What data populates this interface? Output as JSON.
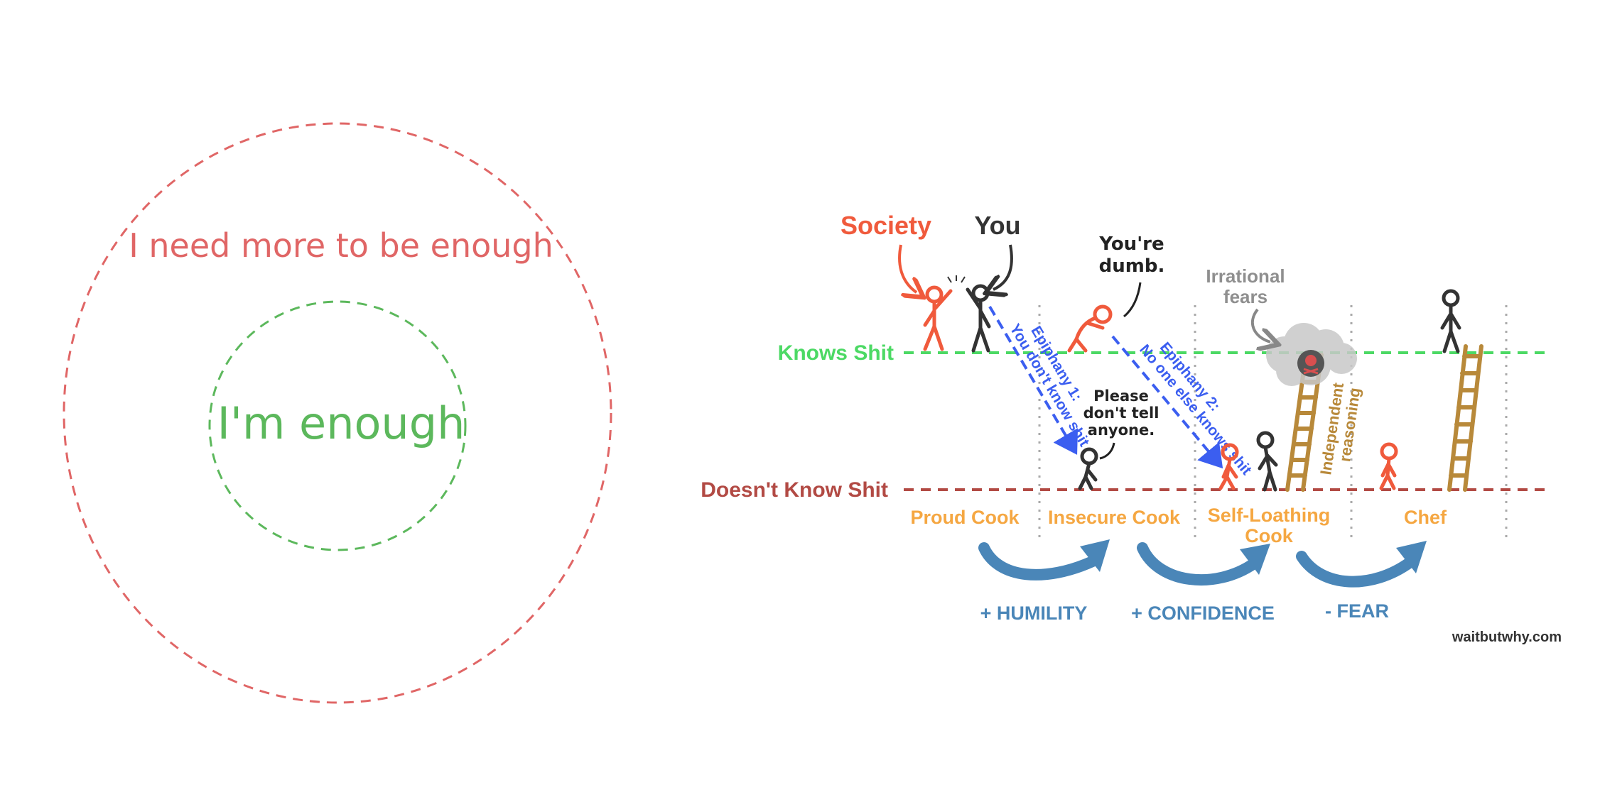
{
  "circles": {
    "outer_label": "I need more to be enough",
    "inner_label": "I'm enough",
    "outer_color": "#e06666",
    "inner_color": "#5cb85c"
  },
  "diagram": {
    "society_label": "Society",
    "you_label": "You",
    "knows_label": "Knows Shit",
    "doesnt_know_label": "Doesn't Know Shit",
    "speech_dumb_line1": "You're",
    "speech_dumb_line2": "dumb.",
    "speech_please_line1": "Please",
    "speech_please_line2": "don't tell",
    "speech_please_line3": "anyone.",
    "irrational_line1": "Irrational",
    "irrational_line2": "fears",
    "epiphany1_line1": "Epiphany 1:",
    "epiphany1_line2": "You don't know shit",
    "epiphany2_line1": "Epiphany 2:",
    "epiphany2_line2": "No one else knows shit",
    "independent_line1": "Independent",
    "independent_line2": "reasoning",
    "stages": [
      "Proud Cook",
      "Insecure Cook",
      "Self-Loathing",
      "Cook",
      "Chef"
    ],
    "transitions": [
      "+ HUMILITY",
      "+ CONFIDENCE",
      "- FEAR"
    ],
    "credit": "waitbutwhy.com",
    "colors": {
      "society": "#f05a3c",
      "you": "#333333",
      "knows": "#4cd964",
      "doesnt_know": "#b24a44",
      "stage": "#f5a742",
      "transition": "#4a86b8",
      "epiphany": "#3b5ef0",
      "ladder": "#b8893a",
      "fear_cloud": "#c8c8c8"
    }
  }
}
